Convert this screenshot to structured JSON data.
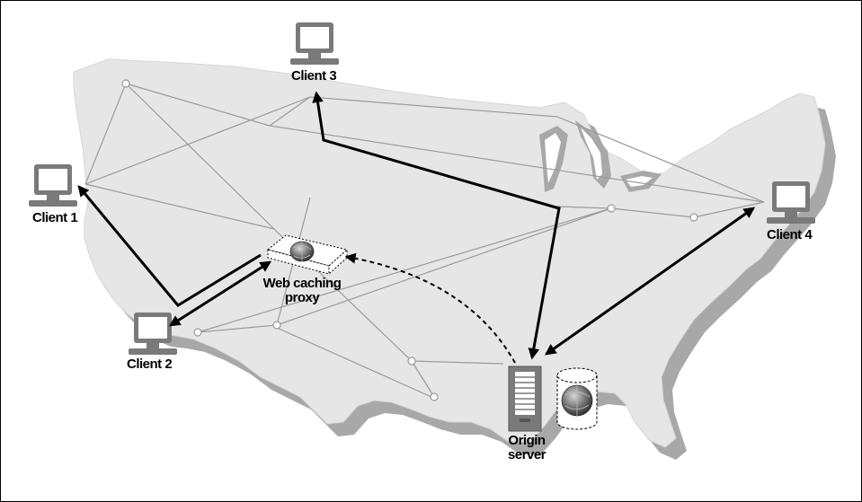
{
  "labels": {
    "client1": "Client 1",
    "client2": "Client 2",
    "client3": "Client 3",
    "client4": "Client 4",
    "proxy_line1": "Web caching",
    "proxy_line2": "proxy",
    "origin_line1": "Origin",
    "origin_line2": "server"
  },
  "colors": {
    "map_fill": "#e6e6e6",
    "map_shadow": "#a8a8a8",
    "network_line": "#9a9a9a",
    "arrow": "#000000",
    "computer": "#7a7a7a"
  },
  "icons": {
    "client": "computer-monitor-icon",
    "proxy": "proxy-box-icon",
    "server": "server-tower-icon",
    "database": "database-cylinder-icon",
    "globe": "globe-icon"
  }
}
